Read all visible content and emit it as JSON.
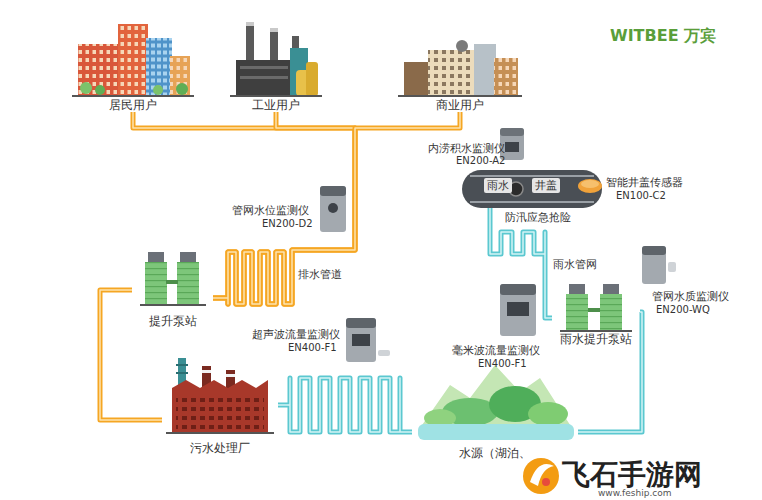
{
  "diagram": {
    "nodes": [
      {
        "text": [
          "居民用户"
        ]
      },
      {
        "text": [
          "工业用户"
        ]
      },
      {
        "text": [
          "商业用户"
        ]
      },
      {
        "text": [
          "雨水",
          "井盖"
        ]
      },
      {
        "text": [
          "提升泵站"
        ]
      },
      {
        "text": [
          "雨水提升泵站"
        ]
      },
      {
        "text": [
          "污水处理厂"
        ]
      },
      {
        "text": [
          "水源（湖泊、"
        ]
      }
    ],
    "edges": [
      {
        "from": 0,
        "to": 4,
        "arrow": "none"
      },
      {
        "from": 1,
        "to": 4,
        "arrow": "none"
      },
      {
        "from": 2,
        "to": 4,
        "arrow": "none"
      },
      {
        "from": 4,
        "to": 6,
        "arrow": "none"
      },
      {
        "from": 6,
        "to": 7,
        "arrow": "none"
      },
      {
        "from": 3,
        "to": 5,
        "arrow": "none"
      },
      {
        "from": 5,
        "to": 7,
        "arrow": "none"
      }
    ],
    "labels": [
      "WITBEE 万宾",
      "内涝积水监测仪",
      "EN200-A2",
      "智能井盖传感器",
      "EN100-C2",
      "防汛应急抢险",
      "管网水位监测仪",
      "EN200-D2",
      "排水管道",
      "雨水管网",
      "管网水质监测仪",
      "EN200-WQ",
      "毫米波流量监测仪",
      "EN400-F1",
      "超声波流量监测仪",
      "EN400-F1",
      "飞石手游网",
      "www.feship.com"
    ]
  }
}
